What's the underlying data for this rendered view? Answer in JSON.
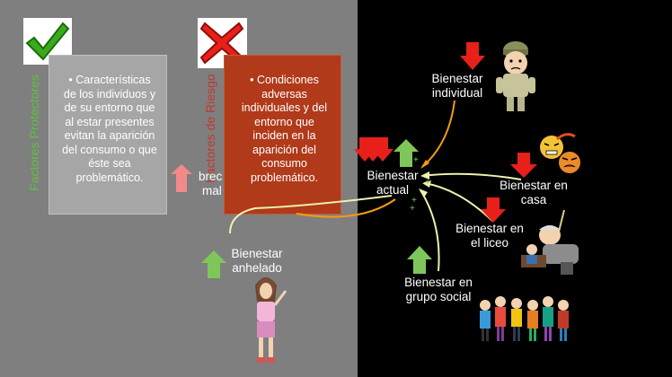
{
  "labels": {
    "protective_factors": "Factores Protectores",
    "risk_factors": "Factores de Riesgo"
  },
  "boxes": {
    "protective_text": "• Características de los individuos y de su entorno que al estar presentes evitan la aparición del consumo o que éste sea problemático.",
    "risk_text": "• Condiciones adversas individuales y del entorno que inciden en la aparición del consumo problemático."
  },
  "nodes": {
    "individual": "Bienestar individual",
    "actual": "Bienestar actual",
    "casa": "Bienestar en casa",
    "liceo": "Bienestar en el liceo",
    "grupo": "Bienestar en grupo social",
    "anhelado": "Bienestar anhelado"
  },
  "partial_text": {
    "line1": "brec",
    "line2": "mal"
  },
  "icons": {
    "check": "check-icon",
    "cross": "cross-icon",
    "arrow_up": "arrow-up-icon",
    "arrow_down": "arrow-down-icon"
  },
  "colors": {
    "green": "#7fc65a",
    "red": "#e8201a",
    "pink": "#f28a8a",
    "check_green": "#3aaa1c",
    "risk_box": "#b03a1a"
  }
}
